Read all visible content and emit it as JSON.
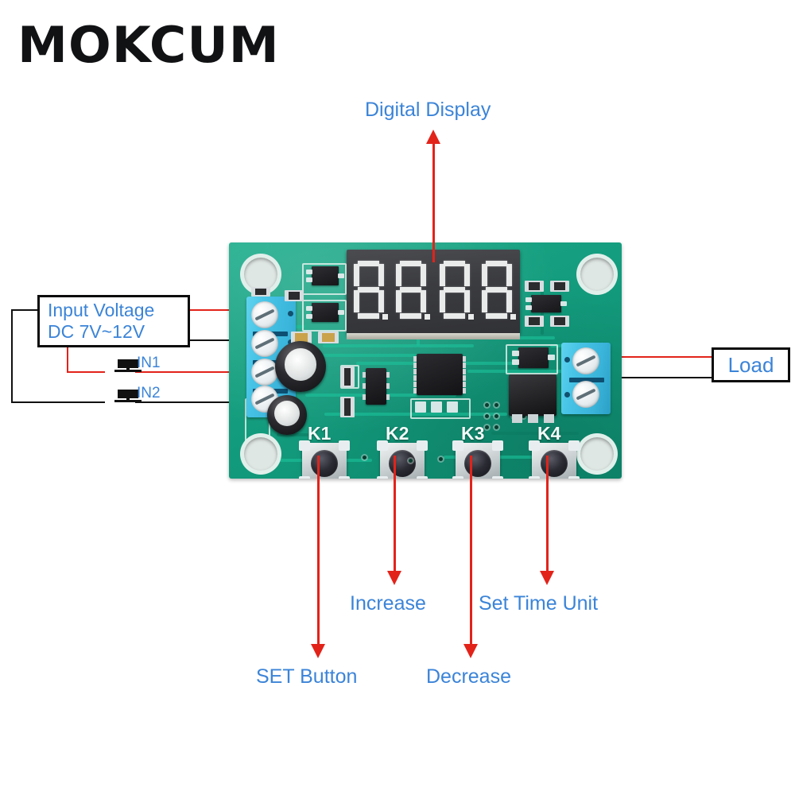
{
  "brand": {
    "name": "MOKCUM"
  },
  "colors": {
    "label_blue": "#3b84d8",
    "arrow_red": "#e2231a",
    "wire_red": "#e2231a",
    "wire_black": "#111111",
    "pcb_green": "#18a383",
    "terminal_blue": "#3ab4da",
    "display_black": "#3c3d41",
    "segment_white": "#e9eaea"
  },
  "callouts": {
    "digital_display": "Digital Display",
    "set_button": "SET Button",
    "increase": "Increase",
    "decrease": "Decrease",
    "set_time_unit": "Set Time Unit"
  },
  "boxes": {
    "input": {
      "line1": "Input Voltage",
      "line2": "DC 7V~12V"
    },
    "load": {
      "label": "Load"
    }
  },
  "schematic": {
    "switches": [
      {
        "name": "IN1",
        "label": "IN1",
        "wire_color": "#e2231a"
      },
      {
        "name": "IN2",
        "label": "IN2",
        "wire_color": "#111111"
      }
    ]
  },
  "board": {
    "display": {
      "type": "4-digit-7-segment",
      "digits": [
        "8.",
        "8.",
        "8.",
        "8."
      ],
      "reading": "88.8.8.8."
    },
    "buttons": [
      {
        "id": "K1",
        "label": "K1",
        "function": "SET Button"
      },
      {
        "id": "K2",
        "label": "K2",
        "function": "Increase"
      },
      {
        "id": "K3",
        "label": "K3",
        "function": "Decrease"
      },
      {
        "id": "K4",
        "label": "K4",
        "function": "Set Time Unit"
      }
    ],
    "input_terminal": {
      "positions": 4,
      "name": "input-terminal-block"
    },
    "output_terminal": {
      "positions": 2,
      "name": "load-terminal-block"
    }
  }
}
